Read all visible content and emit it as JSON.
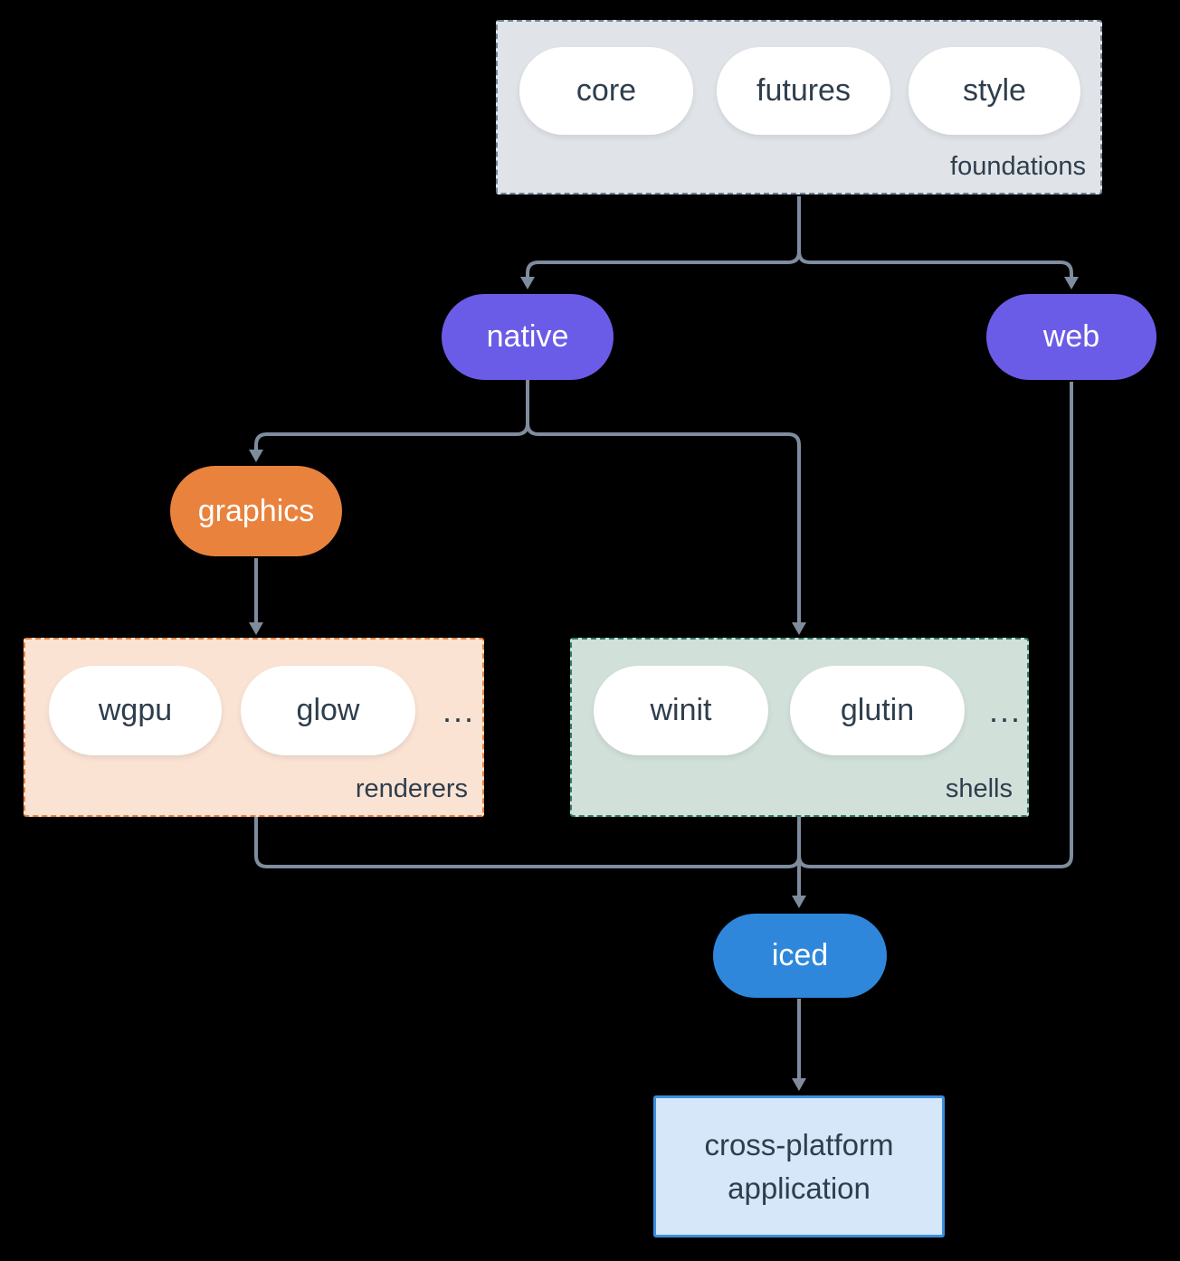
{
  "colors": {
    "background": "#000000",
    "line": "#7E8C9E",
    "text_dark": "#2F3E4D",
    "text_light": "#FFFFFF",
    "purple": "#6B5CE7",
    "orange": "#E8823D",
    "blue": "#2F87DB",
    "foundations_fill": "#E0E4E8",
    "foundations_border": "#6F8296",
    "renderers_fill": "#FAE3D3",
    "renderers_border": "#E8823D",
    "shells_fill": "#D2E0DA",
    "shells_border": "#2E7D6F",
    "app_fill": "#D5E7F8",
    "app_border": "#3D8EDD"
  },
  "groups": {
    "foundations": {
      "label": "foundations",
      "items": [
        "core",
        "futures",
        "style"
      ]
    },
    "renderers": {
      "label": "renderers",
      "items": [
        "wgpu",
        "glow"
      ],
      "more": "..."
    },
    "shells": {
      "label": "shells",
      "items": [
        "winit",
        "glutin"
      ],
      "more": "..."
    }
  },
  "nodes": {
    "native": "native",
    "web": "web",
    "graphics": "graphics",
    "iced": "iced",
    "application": "cross-platform application"
  },
  "edges": [
    {
      "from": "foundations",
      "to": "native"
    },
    {
      "from": "foundations",
      "to": "web"
    },
    {
      "from": "native",
      "to": "graphics"
    },
    {
      "from": "native",
      "to": "shells"
    },
    {
      "from": "graphics",
      "to": "renderers"
    },
    {
      "from": "renderers",
      "to": "iced"
    },
    {
      "from": "shells",
      "to": "iced"
    },
    {
      "from": "web",
      "to": "iced"
    },
    {
      "from": "iced",
      "to": "application"
    }
  ]
}
